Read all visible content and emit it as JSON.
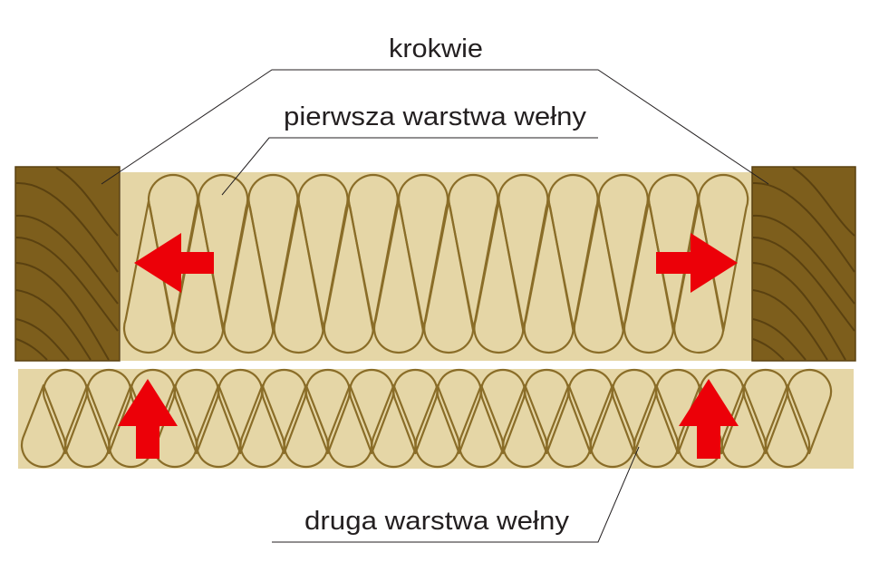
{
  "labels": {
    "rafters": "krokwie",
    "first_layer": "pierwsza warstwa wełny",
    "second_layer": "druga warstwa wełny"
  },
  "colors": {
    "wood": "#7d5e1c",
    "wood_grain": "#5a4110",
    "wool": "#e5d6a6",
    "wool_lines": "#8a6d28",
    "arrow": "#ec0008"
  },
  "icons": [
    "arrow-left-icon",
    "arrow-right-icon",
    "arrow-up-icon",
    "arrow-up-icon"
  ]
}
